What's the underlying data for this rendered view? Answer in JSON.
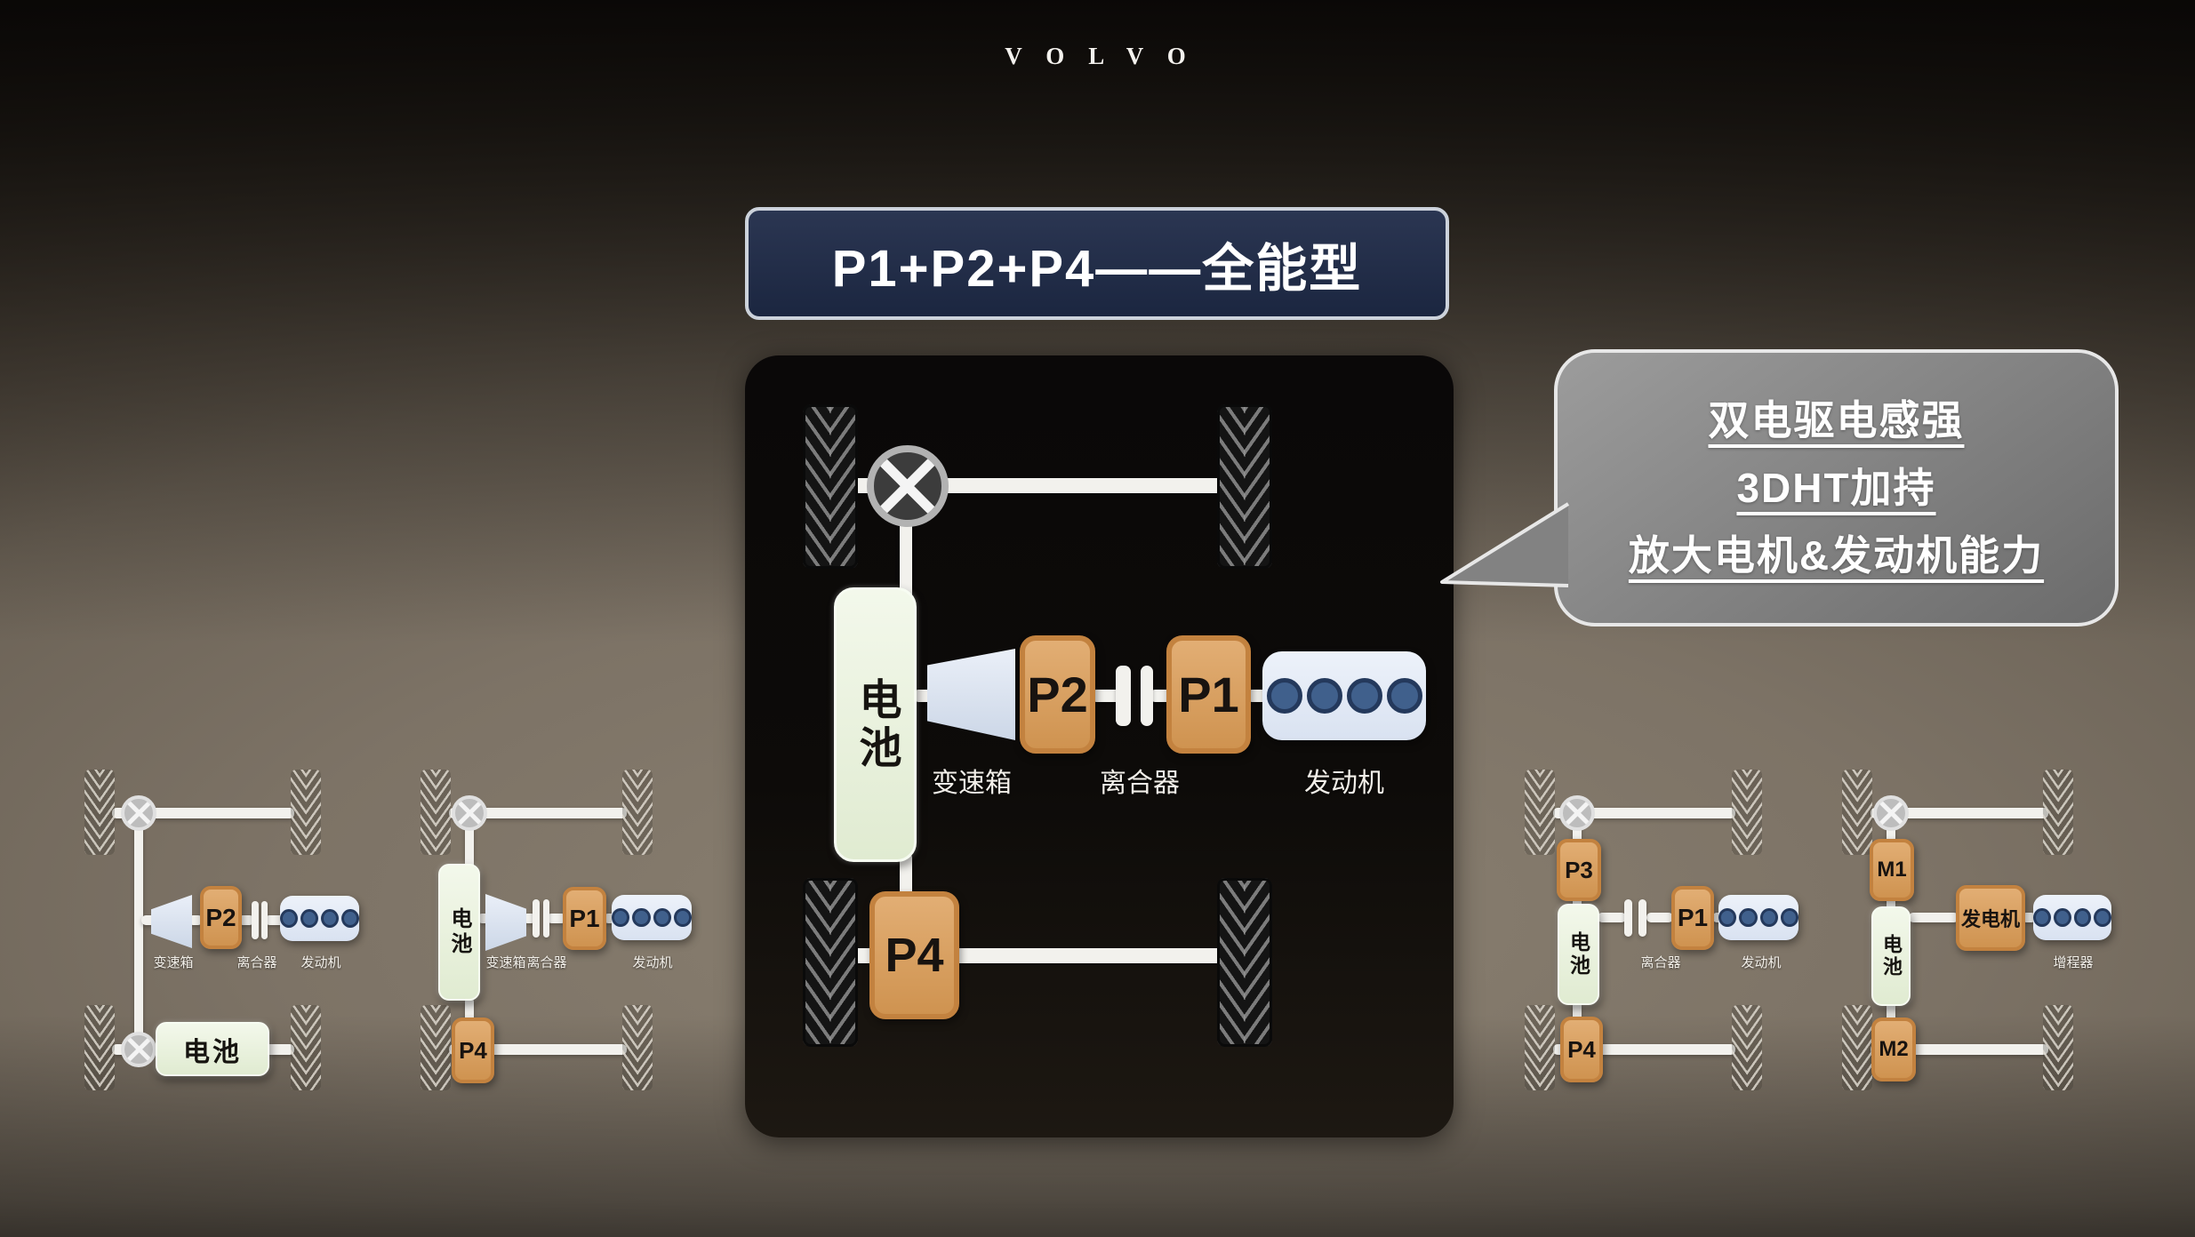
{
  "brand": {
    "logo": "VOLVO"
  },
  "title_banner": {
    "text": "P1+P2+P4——全能型"
  },
  "callout": {
    "lines": [
      "双电驱电感强",
      "3DHT加持",
      "放大电机&发动机能力"
    ]
  },
  "main_diagram": {
    "battery_label": "电池",
    "motor_p2": "P2",
    "motor_p1": "P1",
    "motor_p4": "P4",
    "gearbox_label": "变速箱",
    "clutch_label": "离合器",
    "engine_label": "发动机"
  },
  "mini_diagrams": [
    {
      "motor": "P2",
      "battery": "电池",
      "gearbox_label": "变速箱",
      "clutch_label": "离合器",
      "engine_label": "发动机"
    },
    {
      "battery": "电池",
      "motor_front": "P1",
      "motor_rear": "P4",
      "gearbox_label": "变速箱",
      "clutch_label": "离合器",
      "engine_label": "发动机"
    },
    {
      "motor_top": "P3",
      "battery": "电池",
      "motor_front": "P1",
      "motor_rear": "P4",
      "clutch_label": "离合器",
      "engine_label": "发动机"
    },
    {
      "motor_top": "M1",
      "battery": "电池",
      "motor_rear": "M2",
      "generator": "发电机",
      "range_extender_label": "增程器"
    }
  ],
  "colors": {
    "banner_navy": "#1f2940",
    "motor_orange": "#d99a5c",
    "engine_blue": "#e4ebf7",
    "cylinder_navy": "#3c5880",
    "battery_green": "#ecf3e2",
    "bubble_gray": "#8a8a8a"
  }
}
